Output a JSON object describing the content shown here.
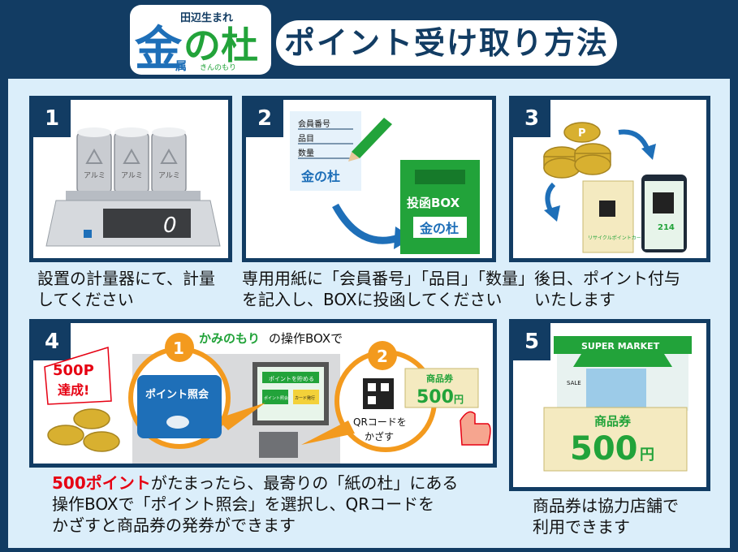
{
  "header": {
    "logo_sub": "田辺生まれ",
    "logo_main_1": "金",
    "logo_main_2": "の杜",
    "logo_small_char": "属",
    "logo_reading": "きんのもり",
    "title": "ポイント受け取り方法"
  },
  "steps": {
    "s1": {
      "num": "1",
      "can_label": "アルミ",
      "scale_display": "0",
      "caption_l1": "設置の計量器にて、計量",
      "caption_l2": "してください"
    },
    "s2": {
      "num": "2",
      "form_fields": [
        "会員番号",
        "品目",
        "数量"
      ],
      "form_logo": "金の杜",
      "box_label": "投函BOX",
      "box_logo": "金の杜",
      "caption_l1": "専用用紙に「会員番号」「品目」「数量」",
      "caption_l2": "を記入し、BOXに投函してください"
    },
    "s3": {
      "num": "3",
      "coin_letter": "P",
      "card_text": "リサイクルポイントカード",
      "phone_text": "214",
      "caption_l1": "後日、ポイント付与",
      "caption_l2": "いたします"
    },
    "s4": {
      "num": "4",
      "subtitle_highlight": "かみのもり",
      "subtitle_rest": "の操作BOXで",
      "badge_l1": "500P",
      "badge_l2": "達成!",
      "callout1_num": "1",
      "callout1_label": "ポイント照会",
      "callout2_num": "2",
      "qr_caption_l1": "QRコードを",
      "qr_caption_l2": "かざす",
      "voucher_title": "商品券",
      "voucher_amount": "500",
      "voucher_unit": "円",
      "screen_title": "ポイントを貯める",
      "screen_btn1": "ポイント照会",
      "screen_btn2": "カード発行",
      "caption_hl": "500ポイント",
      "caption_l1_rest": "がたまったら、最寄りの「紙の杜」にある",
      "caption_l2": "操作BOXで「ポイント照会」を選択し、QRコードを",
      "caption_l3": "かざすと商品券の発券ができます"
    },
    "s5": {
      "num": "5",
      "store_sign": "SUPER MARKET",
      "sale_text": "SALE",
      "voucher_title": "商品券",
      "voucher_amount": "500",
      "voucher_unit": "円",
      "caption_l1": "商品券は協力店舗で",
      "caption_l2": "利用できます"
    }
  },
  "colors": {
    "navy": "#123c63",
    "green": "#22a33a",
    "orange": "#f39a1e",
    "red": "#e60012",
    "light_blue": "#dbeefa",
    "coin": "#d8b030"
  }
}
